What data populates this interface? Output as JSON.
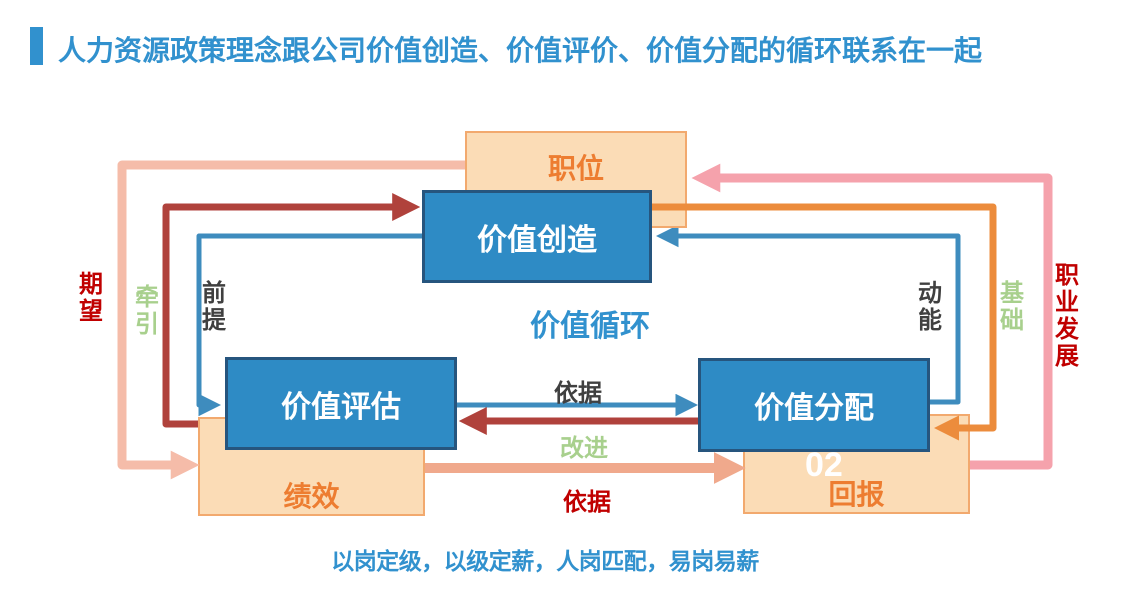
{
  "header": {
    "title": "人力资源政策理念跟公司价值创造、价值评价、价值分配的循环联系在一起"
  },
  "diagram": {
    "nodes": {
      "position": {
        "label": "职位"
      },
      "creation": {
        "label": "价值创造"
      },
      "evaluation": {
        "label": "价值评估"
      },
      "performance": {
        "label": "绩效"
      },
      "distribution": {
        "label": "价值分配"
      },
      "reward": {
        "label": "回报",
        "watermark": "02"
      }
    },
    "center_label": "价值循环",
    "edge_labels": {
      "expectation": "期望",
      "traction": "牵引",
      "premise": "前提",
      "momentum": "动能",
      "foundation": "基础",
      "career_development": "职业发展",
      "basis_top": "依据",
      "improvement": "改进",
      "basis_bottom": "依据"
    },
    "colors": {
      "title_blue": "#3191CE",
      "node_blue_fill": "#2E8BC5",
      "node_blue_border": "#26557E",
      "node_peach_fill": "#FBDCB6",
      "node_peach_border": "#F2A96E",
      "node_orange_text": "#ED7D31",
      "arrow_salmon": "#F5BCA9",
      "arrow_dark_red": "#B0423C",
      "arrow_blue": "#3E8CBE",
      "arrow_orange": "#EC8C3C",
      "arrow_pink": "#F5A2AC",
      "arrow_salmon_deep": "#F0A98C",
      "label_red": "#C00000",
      "label_green": "#A8D08D",
      "label_dark": "#404040"
    }
  },
  "caption": "以岗定级，以级定薪，人岗匹配，易岗易薪"
}
